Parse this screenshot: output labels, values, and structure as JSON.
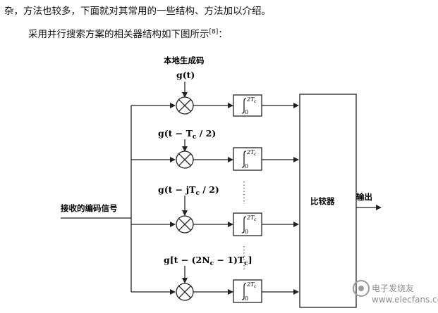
{
  "document": {
    "para1": "杂，方法也较多，下面就对其常用的一些结构、方法加以介绍。",
    "para2": "采用并行搜索方案的相关器结构如下图所示",
    "para2_cite": "[8]",
    "para2_end": "："
  },
  "diagram": {
    "local_code_label": "本地生成码",
    "branch_labels": [
      "g(t)",
      "g(t − T_c / 2)",
      "g(t − jT_c / 2)",
      "g[t − (2N_c − 1)T_c]"
    ],
    "input_label": "接收的编码信号",
    "integrator_upper": "2T",
    "integrator_sub": "c",
    "integrator_lower": "0",
    "comparator_label": "比较器",
    "output_label": "输出",
    "watermark": "电子发烧友",
    "watermark_url": "www.elecfans.com"
  }
}
